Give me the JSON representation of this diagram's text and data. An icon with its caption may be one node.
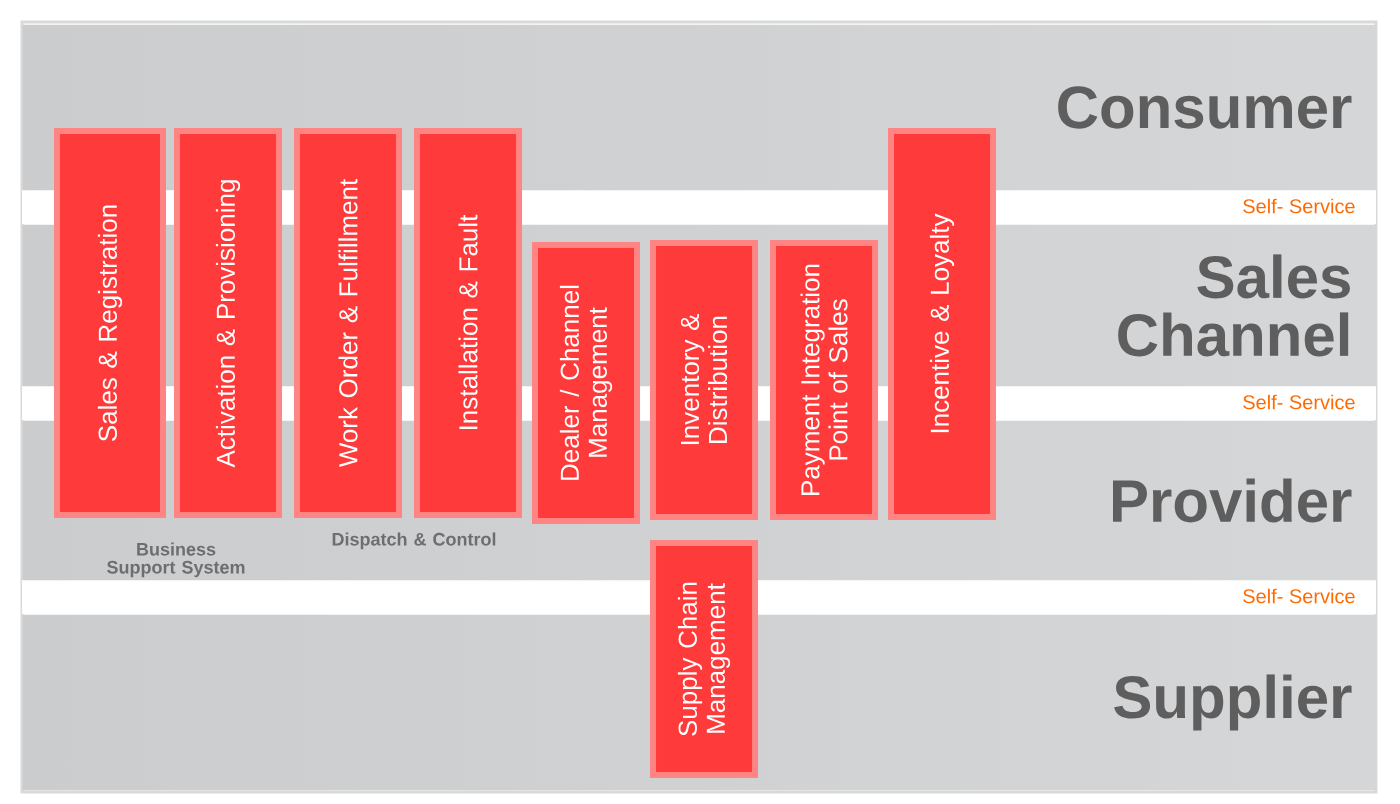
{
  "diagram": {
    "nodes": [
      {
        "text": [
          "Consumer"
        ]
      },
      {
        "text": [
          "Sales Channel"
        ]
      },
      {
        "text": [
          "Provider"
        ]
      },
      {
        "text": [
          "Supplier"
        ]
      },
      {
        "text": [
          "Sales & Registration"
        ]
      },
      {
        "text": [
          "Activation & Provisioning"
        ]
      },
      {
        "text": [
          "Work Order & Fulfillment"
        ]
      },
      {
        "text": [
          "Installation & Fault"
        ]
      },
      {
        "text": [
          "Dealer / Channel Management"
        ]
      },
      {
        "text": [
          "Inventory & Distribution"
        ]
      },
      {
        "text": [
          "Payment Integration Point of Sales"
        ]
      },
      {
        "text": [
          "Incentive & Loyalty"
        ]
      },
      {
        "text": [
          "Supply Chain Management"
        ]
      }
    ],
    "labels": [
      "Self- Service",
      "Self- Service",
      "Business Support System",
      "Dispatch & Control",
      "Self- Service"
    ]
  }
}
